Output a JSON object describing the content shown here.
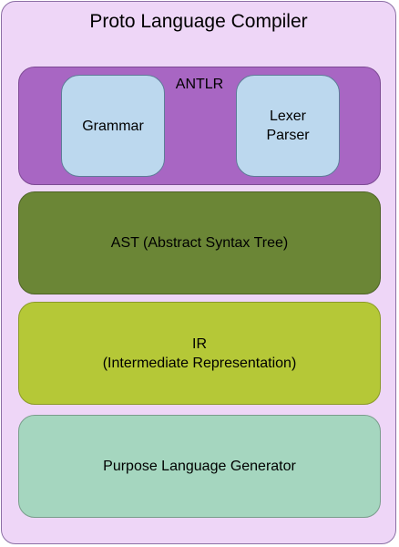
{
  "diagram": {
    "title": "Proto Language Compiler",
    "antlr": {
      "label": "ANTLR",
      "grammar": "Grammar",
      "lexer_line1": "Lexer",
      "lexer_line2": "Parser"
    },
    "ast": "AST (Abstract Syntax Tree)",
    "ir": {
      "line1": "IR",
      "line2": "(Intermediate Representation)"
    },
    "generator": "Purpose Language Generator"
  },
  "colors": {
    "outer_bg": "#eed6f7",
    "antlr_bg": "#a866c3",
    "inner_bg": "#bcd8ee",
    "ast_bg": "#6b8636",
    "ir_bg": "#b5c837",
    "generator_bg": "#a5d6bf"
  }
}
